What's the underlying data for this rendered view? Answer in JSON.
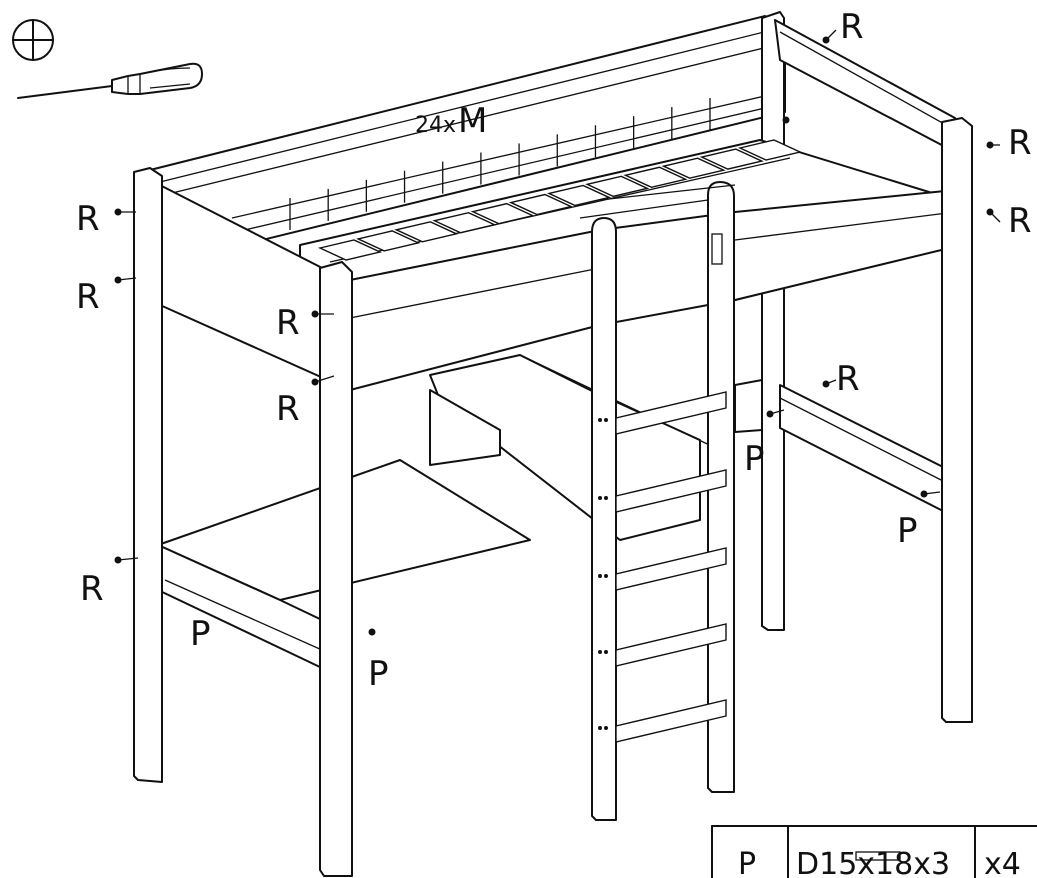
{
  "drawing": {
    "slat_count_label": "24x",
    "slat_part_letter": "M",
    "part_r": "R",
    "part_p": "P"
  },
  "tools": {
    "phillips_symbol": "cross-recess-icon",
    "screwdriver": "screwdriver-icon"
  },
  "parts_table": {
    "rows": [
      {
        "letter": "P",
        "spec": "D15x18x3",
        "qty": "x4"
      }
    ]
  }
}
